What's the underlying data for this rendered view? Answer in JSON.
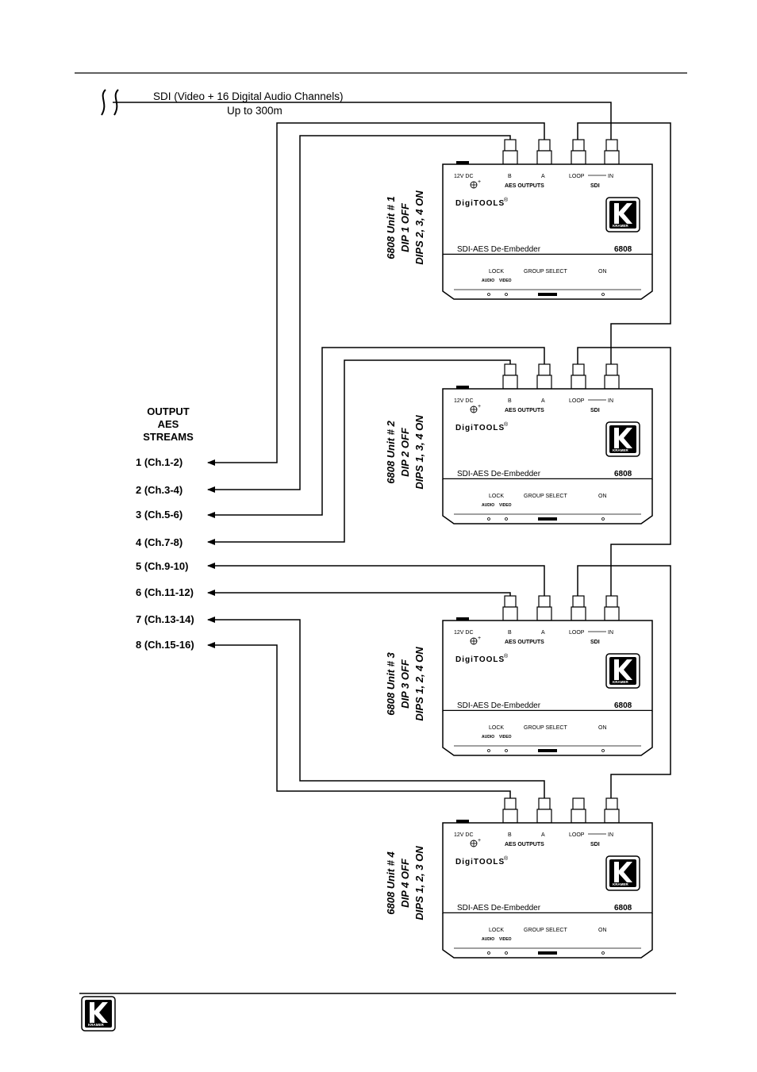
{
  "source": {
    "label": "SDI (Video + 16 Digital Audio Channels)",
    "distance": "Up to 300m"
  },
  "output_header": [
    "OUTPUT",
    "AES",
    "STREAMS"
  ],
  "streams": [
    "1 (Ch.1-2)",
    "2 (Ch.3-4)",
    "3 (Ch.5-6)",
    "4 (Ch.7-8)",
    "5 (Ch.9-10)",
    "6 (Ch.11-12)",
    "7 (Ch.13-14)",
    "8 (Ch.15-16)"
  ],
  "device": {
    "power": "12V DC",
    "port_b": "B",
    "port_a": "A",
    "aes_outputs": "AES OUTPUTS",
    "loop": "LOOP",
    "in": "IN",
    "sdi": "SDI",
    "digitools": "DigiTOOLS",
    "registered": "®",
    "name": "SDI-AES De-Embedder",
    "model": "6808",
    "lock": "LOCK",
    "audio": "AUDIO",
    "video": "VIDEO",
    "group_select": "GROUP SELECT",
    "on": "ON",
    "brand_logo": "KRAMER"
  },
  "units": [
    {
      "title": "6808 Unit # 1",
      "dip_off": "DIP 1 OFF",
      "dips_on": "DIPS 2, 3, 4 ON"
    },
    {
      "title": "6808 Unit # 2",
      "dip_off": "DIP 2 OFF",
      "dips_on": "DIPS 1, 3, 4 ON"
    },
    {
      "title": "6808 Unit # 3",
      "dip_off": "DIP 3 OFF",
      "dips_on": "DIPS 1, 2, 4 ON"
    },
    {
      "title": "6808 Unit # 4",
      "dip_off": "DIP 4 OFF",
      "dips_on": "DIPS 1, 2, 3 ON"
    }
  ],
  "footer_logo": "KRAMER",
  "colors": {
    "ink": "#000000",
    "paper": "#ffffff"
  }
}
